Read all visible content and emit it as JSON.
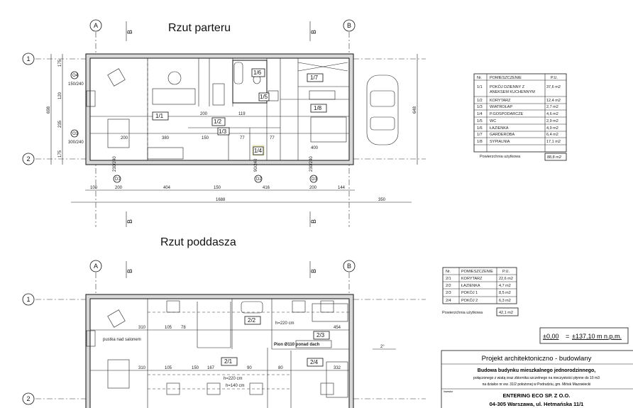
{
  "ground_floor": {
    "title": "Rzut parteru",
    "axes": {
      "col_a": "A",
      "col_b": "B",
      "row_1": "1",
      "row_2": "2",
      "section": "B"
    },
    "rooms": [
      "1/1",
      "1/2",
      "1/3",
      "1/4",
      "1/5",
      "1/6",
      "1/7",
      "1/8"
    ],
    "dims_bottom": [
      "100",
      "200",
      "404",
      "150",
      "416",
      "200",
      "144"
    ],
    "dim_total": "1688",
    "dim_car": "350",
    "dims_left": [
      "175",
      "120",
      "698",
      "235",
      "175"
    ],
    "dim_right": "648",
    "windows": [
      {
        "tag": "O4",
        "size": "150/240"
      },
      {
        "tag": "O3",
        "size": "300/240"
      },
      {
        "tag": "D1",
        "size": "230/240"
      },
      {
        "tag": "D2",
        "size": "90/240"
      },
      {
        "tag": "D3",
        "size": "230/240"
      }
    ],
    "inner_dims": [
      "380",
      "200",
      "119",
      "200",
      "400",
      "150",
      "77",
      "77"
    ],
    "table": {
      "headers": [
        "Nr.",
        "POMIESZCZENIE",
        "P.U."
      ],
      "rows": [
        [
          "1/1",
          "POKÓJ DZIENNY Z ANEKSEM KUCHENNYM",
          "37,6 m2"
        ],
        [
          "1/2",
          "KORYTARZ",
          "12,4 m2"
        ],
        [
          "1/3",
          "WIATROŁAP",
          "2,7 m2"
        ],
        [
          "1/4",
          "P.GOSPODARCZE",
          "4,6 m2"
        ],
        [
          "1/5",
          "WC",
          "2,9 m2"
        ],
        [
          "1/6",
          "ŁAZIENKA",
          "4,9 m2"
        ],
        [
          "1/7",
          "GARDEROBA",
          "6,4 m2"
        ],
        [
          "1/8",
          "SYPIALNIA",
          "17,1 m2"
        ]
      ],
      "total_label": "Powierzchnia użytkowa",
      "total_value": "88,8 m2"
    }
  },
  "attic": {
    "title": "Rzut poddasza",
    "axes": {
      "col_a": "A",
      "col_b": "B",
      "row_1": "1",
      "row_2": "2",
      "section": "B"
    },
    "rooms": [
      "2/1",
      "2/2",
      "2/3",
      "2/4"
    ],
    "notes": [
      "pustka nad salonem",
      "h=140 cm",
      "h=220 cm",
      "h=220 cm",
      "Pion Ø110 ponad dach"
    ],
    "inner_dims": [
      "310",
      "310",
      "105",
      "78",
      "105",
      "150",
      "167",
      "90",
      "80",
      "454",
      "332"
    ],
    "slope": "2°",
    "table": {
      "headers": [
        "Nr.",
        "POMIESZCZENIE",
        "P.U."
      ],
      "rows": [
        [
          "2/1",
          "KORYTARZ",
          "22,6 m2"
        ],
        [
          "2/2",
          "ŁAZIENKA",
          "4,7 m2"
        ],
        [
          "2/3",
          "POKÓJ 1",
          "8,5 m2"
        ],
        [
          "2/4",
          "POKÓJ 2",
          "6,3 m2"
        ]
      ],
      "total_label": "Powierzchnia użytkowa",
      "total_value": "42,1 m2"
    }
  },
  "elevation": {
    "left": "±0,00",
    "eq": "=",
    "right": "±137,10 m n.p.m."
  },
  "title_block": {
    "project": "Projekt architektoniczno - budowlany",
    "subject": "Budowa budynku mieszkalnego jednorodzinnego,",
    "desc1": "połączonego z wiatą oraz zbiornika szczelnego na nieczystości płynne do 10 m3",
    "desc2": "na działce nr ew. 31/2 położonej w Podrudziu, gm. Mińsk Mazowiecki",
    "investor_label": "Inwestor",
    "company": "ENTERING ECO SP. Z O.O.",
    "address": "04-305 Warszawa, ul. Hetmańska 11/1"
  }
}
